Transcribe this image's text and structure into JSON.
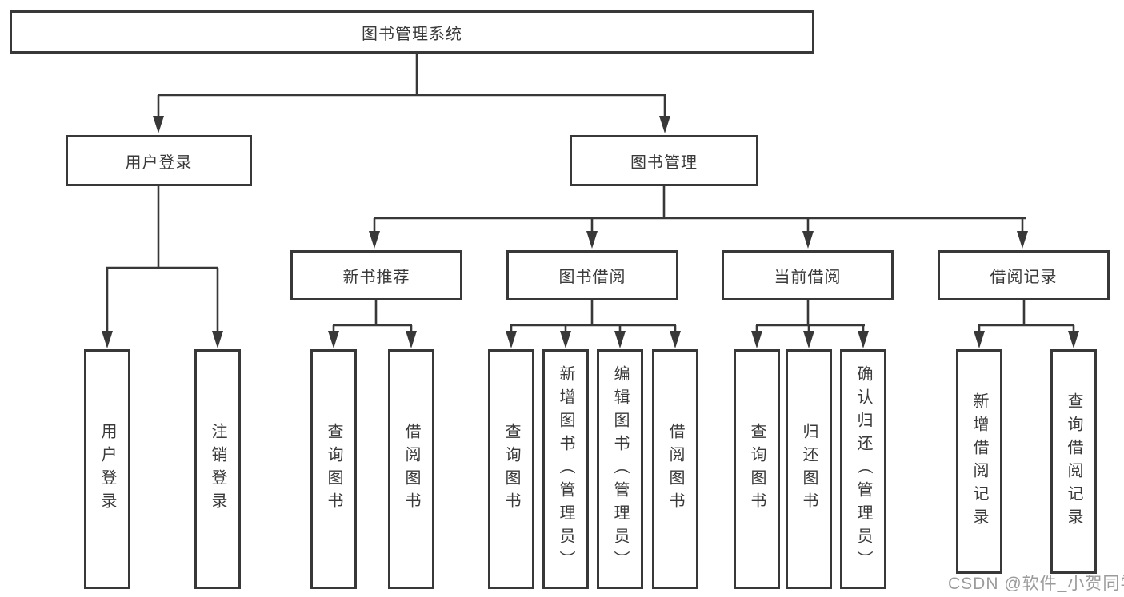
{
  "tree": {
    "label": "图书管理系统",
    "children": [
      {
        "label": "用户登录",
        "children": [
          {
            "label": "用户登录"
          },
          {
            "label": "注销登录"
          }
        ]
      },
      {
        "label": "图书管理",
        "children": [
          {
            "label": "新书推荐",
            "children": [
              {
                "label": "查询图书"
              },
              {
                "label": "借阅图书"
              }
            ]
          },
          {
            "label": "图书借阅",
            "children": [
              {
                "label": "查询图书"
              },
              {
                "label": "新增图书（管理员）"
              },
              {
                "label": "编辑图书（管理员）"
              },
              {
                "label": "借阅图书"
              }
            ]
          },
          {
            "label": "当前借阅",
            "children": [
              {
                "label": "查询图书"
              },
              {
                "label": "归还图书"
              },
              {
                "label": "确认归还（管理员）"
              }
            ]
          },
          {
            "label": "借阅记录",
            "children": [
              {
                "label": "新增借阅记录"
              },
              {
                "label": "查询借阅记录"
              }
            ]
          }
        ]
      }
    ]
  },
  "watermark": {
    "text": "CSDN @软件_小贺同学"
  },
  "colors": {
    "line": "#383838",
    "text": "#3a3a3a",
    "background": "#ffffff",
    "watermark": "#8a8a8a"
  }
}
